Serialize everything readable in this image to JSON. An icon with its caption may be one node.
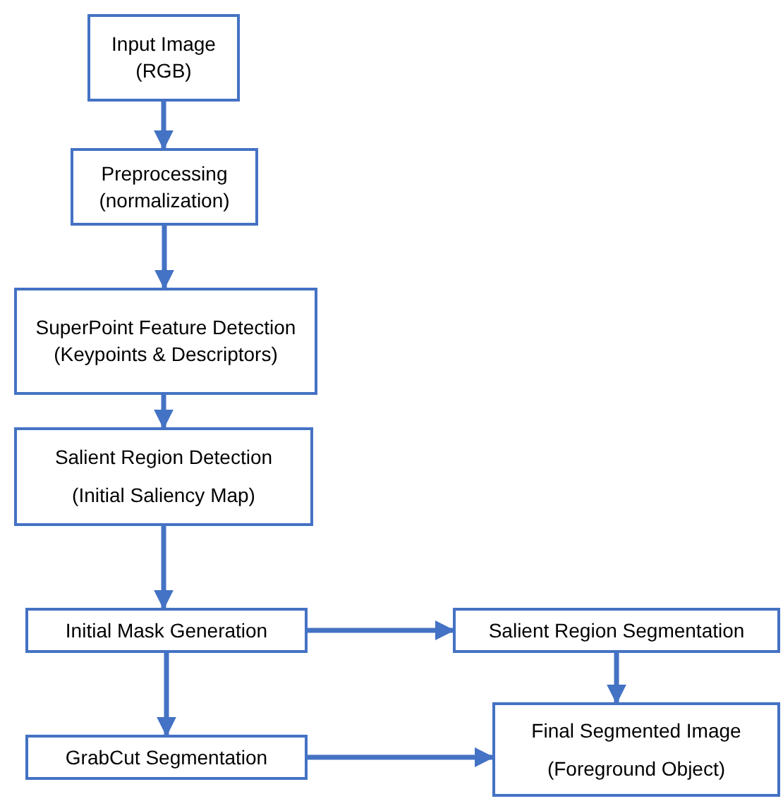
{
  "diagram": {
    "nodes": [
      {
        "text": [
          "Input Image (RGB)"
        ]
      },
      {
        "text": [
          "Preprocessing (normalization)"
        ]
      },
      {
        "text": [
          "SuperPoint Feature Detection (Keypoints & Descriptors)"
        ]
      },
      {
        "text": [
          "Salient Region Detection",
          "(Initial Saliency Map)"
        ]
      },
      {
        "text": [
          "Initial Mask Generation"
        ]
      },
      {
        "text": [
          "Salient Region Segmentation"
        ]
      },
      {
        "text": [
          "GrabCut Segmentation"
        ]
      },
      {
        "text": [
          "Final Segmented Image",
          "(Foreground Object)"
        ]
      }
    ],
    "edges": [
      {
        "from": 0,
        "to": 1,
        "arrow": "to"
      },
      {
        "from": 1,
        "to": 2,
        "arrow": "to"
      },
      {
        "from": 2,
        "to": 3,
        "arrow": "to"
      },
      {
        "from": 3,
        "to": 4,
        "arrow": "to"
      },
      {
        "from": 4,
        "to": 5,
        "arrow": "to"
      },
      {
        "from": 4,
        "to": 6,
        "arrow": "to"
      },
      {
        "from": 5,
        "to": 7,
        "arrow": "to"
      },
      {
        "from": 6,
        "to": 7,
        "arrow": "to"
      }
    ]
  }
}
